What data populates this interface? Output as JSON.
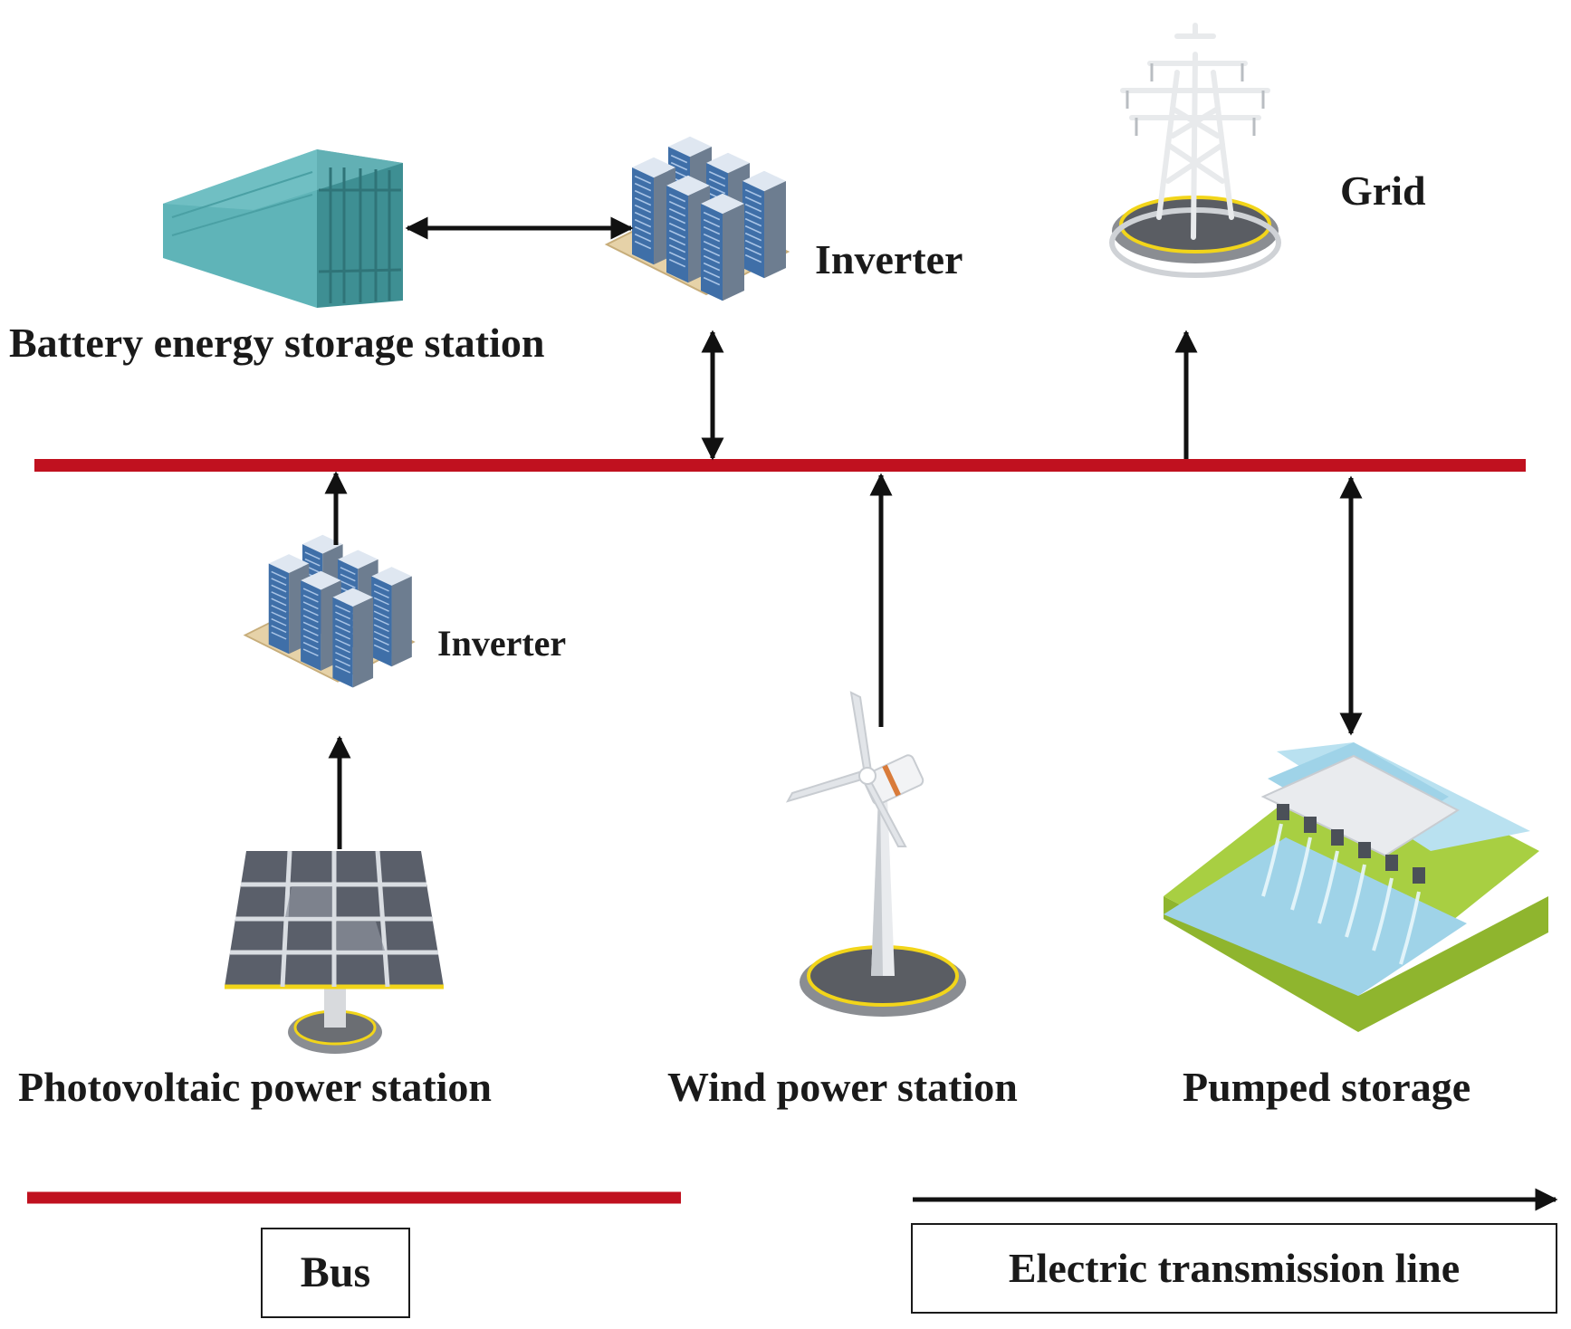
{
  "diagram": {
    "labels": {
      "battery": "Battery energy storage station",
      "inverter_top": "Inverter",
      "grid": "Grid",
      "inverter_pv": "Inverter",
      "photovoltaic": "Photovoltaic power station",
      "wind": "Wind power station",
      "pumped": "Pumped storage"
    },
    "legend": {
      "bus": "Bus",
      "line": "Electric transmission line"
    },
    "colors": {
      "bus": "#c0111f",
      "arrow": "#111111",
      "container": "#4fa3a6",
      "server": "#3f6fa8",
      "solar": "#5a5f6a",
      "water": "#9fd3e8",
      "grass": "#9cc43b",
      "ring": "#f2d51a"
    },
    "icons": [
      "battery-container-icon",
      "inverter-icon",
      "transmission-tower-icon",
      "solar-panel-icon",
      "wind-turbine-icon",
      "pumped-storage-dam-icon"
    ]
  }
}
